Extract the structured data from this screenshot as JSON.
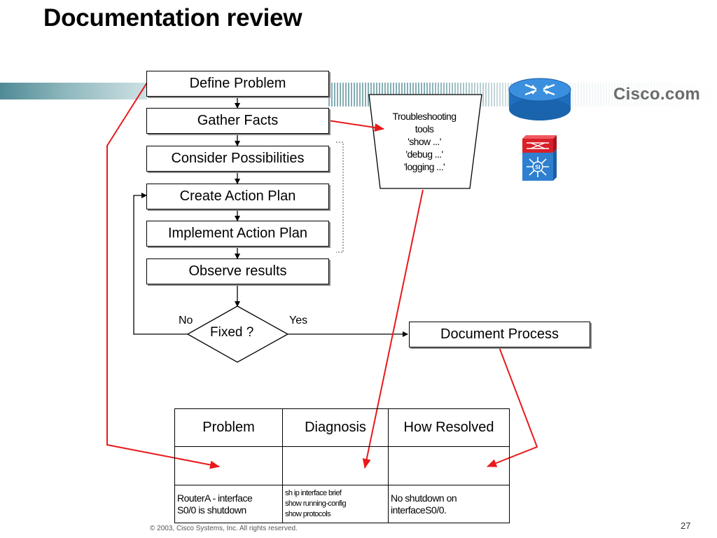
{
  "title": "Documentation review",
  "brand": {
    "logo_text": "Cisco.com"
  },
  "flow": {
    "steps": [
      "Define Problem",
      "Gather Facts",
      "Consider Possibilities",
      "Create Action Plan",
      "Implement Action Plan",
      "Observe results"
    ],
    "decision": "Fixed ?",
    "no_label": "No",
    "yes_label": "Yes",
    "outcome": "Document Process"
  },
  "tools": {
    "lines": [
      "Troubleshooting",
      "tools",
      "'show ...'",
      "'debug ...'",
      "'logging ...'"
    ]
  },
  "table": {
    "headers": [
      "Problem",
      "Diagnosis",
      "How Resolved"
    ],
    "problem_lines": [
      "RouterA - interface",
      "S0/0 is shutdown"
    ],
    "diagnosis_lines": [
      "sh ip interface brief",
      "show  running-config",
      "show  protocols"
    ],
    "resolved_lines": [
      "No shutdown on",
      "interfaceS0/0."
    ]
  },
  "footer": {
    "copyright": "© 2003, Cisco Systems, Inc. All rights reserved.",
    "page": "27"
  },
  "colors": {
    "arrow_red": "#e8191c",
    "teal_band": "#4f8a94",
    "router_blue": "#2e7fd0",
    "switch_red": "#d8202a"
  },
  "icons": [
    "router-icon",
    "multilayer-switch-icon"
  ]
}
